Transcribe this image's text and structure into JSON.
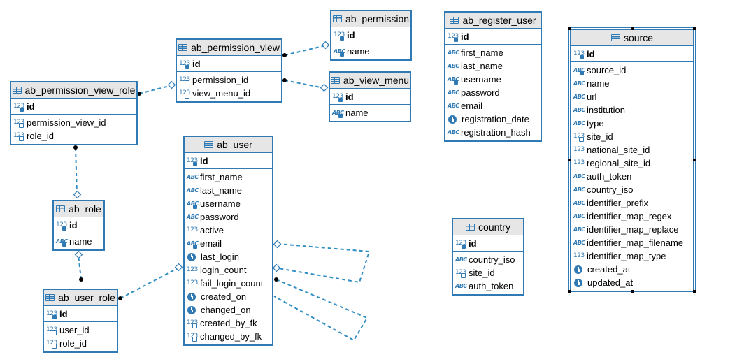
{
  "entities": {
    "ab_permission": {
      "name": "ab_permission",
      "pk": [
        {
          "name": "id",
          "type": "num-key"
        }
      ],
      "columns": [
        {
          "name": "name",
          "type": "abc-key"
        }
      ]
    },
    "ab_permission_view": {
      "name": "ab_permission_view",
      "pk": [
        {
          "name": "id",
          "type": "num-key"
        }
      ],
      "columns": [
        {
          "name": "permission_id",
          "type": "num-fk"
        },
        {
          "name": "view_menu_id",
          "type": "num-fk"
        }
      ]
    },
    "ab_view_menu": {
      "name": "ab_view_menu",
      "pk": [
        {
          "name": "id",
          "type": "num-key"
        }
      ],
      "columns": [
        {
          "name": "name",
          "type": "abc-key"
        }
      ]
    },
    "ab_register_user": {
      "name": "ab_register_user",
      "pk": [
        {
          "name": "id",
          "type": "num-key"
        }
      ],
      "columns": [
        {
          "name": "first_name",
          "type": "abc"
        },
        {
          "name": "last_name",
          "type": "abc"
        },
        {
          "name": "username",
          "type": "abc-key"
        },
        {
          "name": "password",
          "type": "abc"
        },
        {
          "name": "email",
          "type": "abc"
        },
        {
          "name": "registration_date",
          "type": "clock"
        },
        {
          "name": "registration_hash",
          "type": "abc"
        }
      ]
    },
    "source": {
      "name": "source",
      "pk": [
        {
          "name": "id",
          "type": "num-key"
        }
      ],
      "columns": [
        {
          "name": "source_id",
          "type": "abc-key"
        },
        {
          "name": "name",
          "type": "abc"
        },
        {
          "name": "url",
          "type": "abc"
        },
        {
          "name": "institution",
          "type": "abc"
        },
        {
          "name": "type",
          "type": "abc"
        },
        {
          "name": "site_id",
          "type": "num-fk"
        },
        {
          "name": "national_site_id",
          "type": "num"
        },
        {
          "name": "regional_site_id",
          "type": "num"
        },
        {
          "name": "auth_token",
          "type": "abc"
        },
        {
          "name": "country_iso",
          "type": "abc"
        },
        {
          "name": "identifier_prefix",
          "type": "abc"
        },
        {
          "name": "identifier_map_regex",
          "type": "abc"
        },
        {
          "name": "identifier_map_replace",
          "type": "abc"
        },
        {
          "name": "identifier_map_filename",
          "type": "abc"
        },
        {
          "name": "identifier_map_type",
          "type": "num"
        },
        {
          "name": "created_at",
          "type": "clock"
        },
        {
          "name": "updated_at",
          "type": "clock"
        }
      ]
    },
    "ab_permission_view_role": {
      "name": "ab_permission_view_role",
      "pk": [
        {
          "name": "id",
          "type": "num-key"
        }
      ],
      "columns": [
        {
          "name": "permission_view_id",
          "type": "num-fk"
        },
        {
          "name": "role_id",
          "type": "num-fk"
        }
      ]
    },
    "ab_user": {
      "name": "ab_user",
      "pk": [
        {
          "name": "id",
          "type": "num-key"
        }
      ],
      "columns": [
        {
          "name": "first_name",
          "type": "abc"
        },
        {
          "name": "last_name",
          "type": "abc"
        },
        {
          "name": "username",
          "type": "abc-key"
        },
        {
          "name": "password",
          "type": "abc"
        },
        {
          "name": "active",
          "type": "num"
        },
        {
          "name": "email",
          "type": "abc-key"
        },
        {
          "name": "last_login",
          "type": "clock"
        },
        {
          "name": "login_count",
          "type": "num"
        },
        {
          "name": "fail_login_count",
          "type": "num"
        },
        {
          "name": "created_on",
          "type": "clock"
        },
        {
          "name": "changed_on",
          "type": "clock"
        },
        {
          "name": "created_by_fk",
          "type": "num-fk"
        },
        {
          "name": "changed_by_fk",
          "type": "num-fk"
        }
      ]
    },
    "ab_role": {
      "name": "ab_role",
      "pk": [
        {
          "name": "id",
          "type": "num-key"
        }
      ],
      "columns": [
        {
          "name": "name",
          "type": "abc-key"
        }
      ]
    },
    "country": {
      "name": "country",
      "pk": [
        {
          "name": "id",
          "type": "num-key"
        }
      ],
      "columns": [
        {
          "name": "country_iso",
          "type": "abc"
        },
        {
          "name": "site_id",
          "type": "num-fk"
        },
        {
          "name": "auth_token",
          "type": "abc"
        }
      ]
    },
    "ab_user_role": {
      "name": "ab_user_role",
      "pk": [
        {
          "name": "id",
          "type": "num-key"
        }
      ],
      "columns": [
        {
          "name": "user_id",
          "type": "num-fk"
        },
        {
          "name": "role_id",
          "type": "num-fk"
        }
      ]
    }
  },
  "colors": {
    "border": "#2f7ab4",
    "header_bg": "#e6e6e6",
    "link": "#2f8fc4"
  },
  "relationships": [
    {
      "from": "ab_permission_view.permission_id",
      "to": "ab_permission.id"
    },
    {
      "from": "ab_permission_view.view_menu_id",
      "to": "ab_view_menu.id"
    },
    {
      "from": "ab_permission_view_role.permission_view_id",
      "to": "ab_permission_view.id"
    },
    {
      "from": "ab_permission_view_role.role_id",
      "to": "ab_role.id"
    },
    {
      "from": "ab_user_role.role_id",
      "to": "ab_role.id"
    },
    {
      "from": "ab_user_role.user_id",
      "to": "ab_user.id"
    },
    {
      "from": "ab_user.created_by_fk",
      "to": "ab_user.id"
    },
    {
      "from": "ab_user.changed_by_fk",
      "to": "ab_user.id"
    }
  ]
}
